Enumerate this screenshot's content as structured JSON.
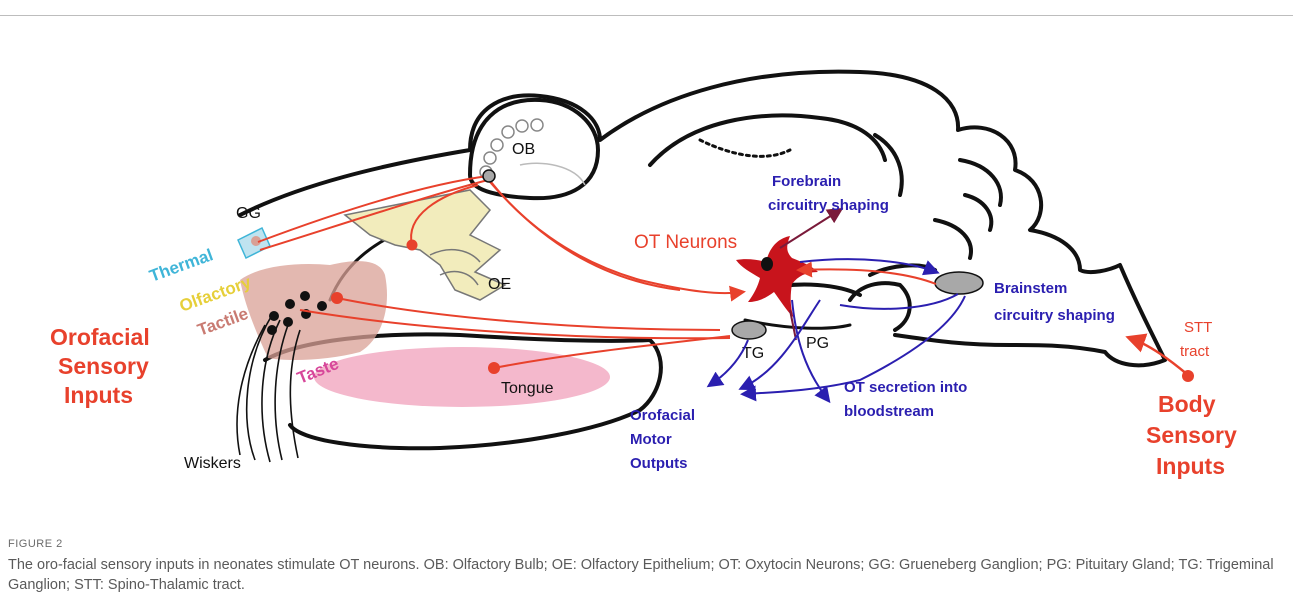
{
  "figure": {
    "labels": {
      "ob": "OB",
      "oe": "OE",
      "gg": "GG",
      "tg": "TG",
      "pg": "PG",
      "ot_neurons": "OT Neurons",
      "forebrain_line1": "Forebrain",
      "forebrain_line2": "circuitry shaping",
      "brainstem_line1": "Brainstem",
      "brainstem_line2": "circuitry shaping",
      "stt_line1": "STT",
      "stt_line2": "tract",
      "thermal": "Thermal",
      "olfactory": "Olfactory",
      "tactile": "Tactile",
      "taste": "Taste",
      "tongue": "Tongue",
      "wiskers": "Wiskers",
      "orofacial_inputs_line1": "Orofacial",
      "orofacial_inputs_line2": "Sensory",
      "orofacial_inputs_line3": "Inputs",
      "body_inputs_line1": "Body",
      "body_inputs_line2": "Sensory",
      "body_inputs_line3": "Inputs",
      "motor_line1": "Orofacial",
      "motor_line2": "Motor",
      "motor_line3": "Outputs",
      "secretion_line1": "OT secretion into",
      "secretion_line2": "bloodstream"
    },
    "colors": {
      "outline": "#111111",
      "sensory_red": "#e8412c",
      "pathway_blue": "#2b1fb0",
      "ot_neuron": "#c8141c",
      "thermal_cyan": "#3fb5d8",
      "olfactory_yellow": "#e6cf3a",
      "tactile_rose": "#c97b72",
      "taste_magenta": "#d7479a",
      "tongue_pink": "#f4b8cc",
      "oe_yellow": "#f2ecbc",
      "snout_tan": "#d9a095",
      "ganglion_gray": "#a8a8a8"
    }
  },
  "caption": {
    "label": "FIGURE 2",
    "text": "The oro-facial sensory inputs in neonates stimulate OT neurons. OB: Olfactory Bulb; OE: Olfactory Epithelium; OT: Oxytocin Neurons; GG: Grueneberg Ganglion; PG: Pituitary Gland; TG: Trigeminal Ganglion; STT: Spino-Thalamic tract."
  }
}
